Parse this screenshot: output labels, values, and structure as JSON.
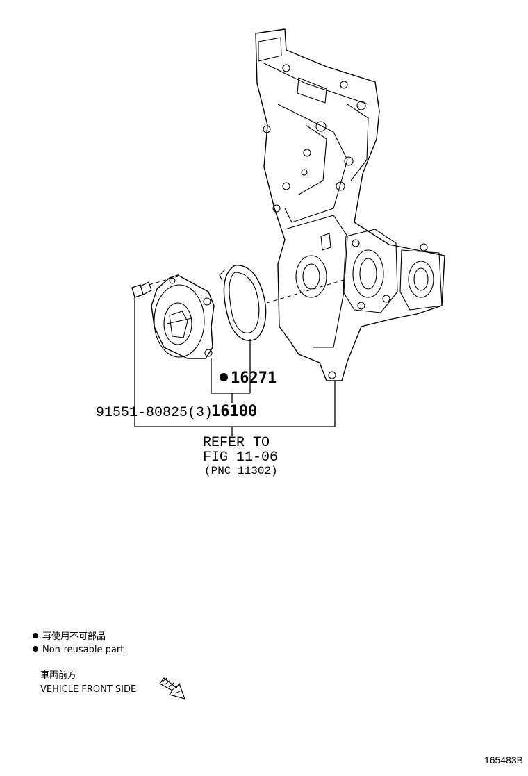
{
  "callouts": {
    "gasket": "16271",
    "water_pump": "16100",
    "bolt": "91551-80825(3)",
    "refer_line1": "REFER TO",
    "refer_line2": "FIG 11-06",
    "refer_line3": "(PNC 11302)"
  },
  "legend": {
    "nonreusable_jp": "再使用不可部品",
    "nonreusable_en": "Non-reusable part",
    "front_jp": "車両前方",
    "front_en": "VEHICLE FRONT SIDE"
  },
  "figure_number": "165483B",
  "icons": {
    "bullet": "filled-circle-icon",
    "front_arrow": "hatched-arrow-icon"
  }
}
